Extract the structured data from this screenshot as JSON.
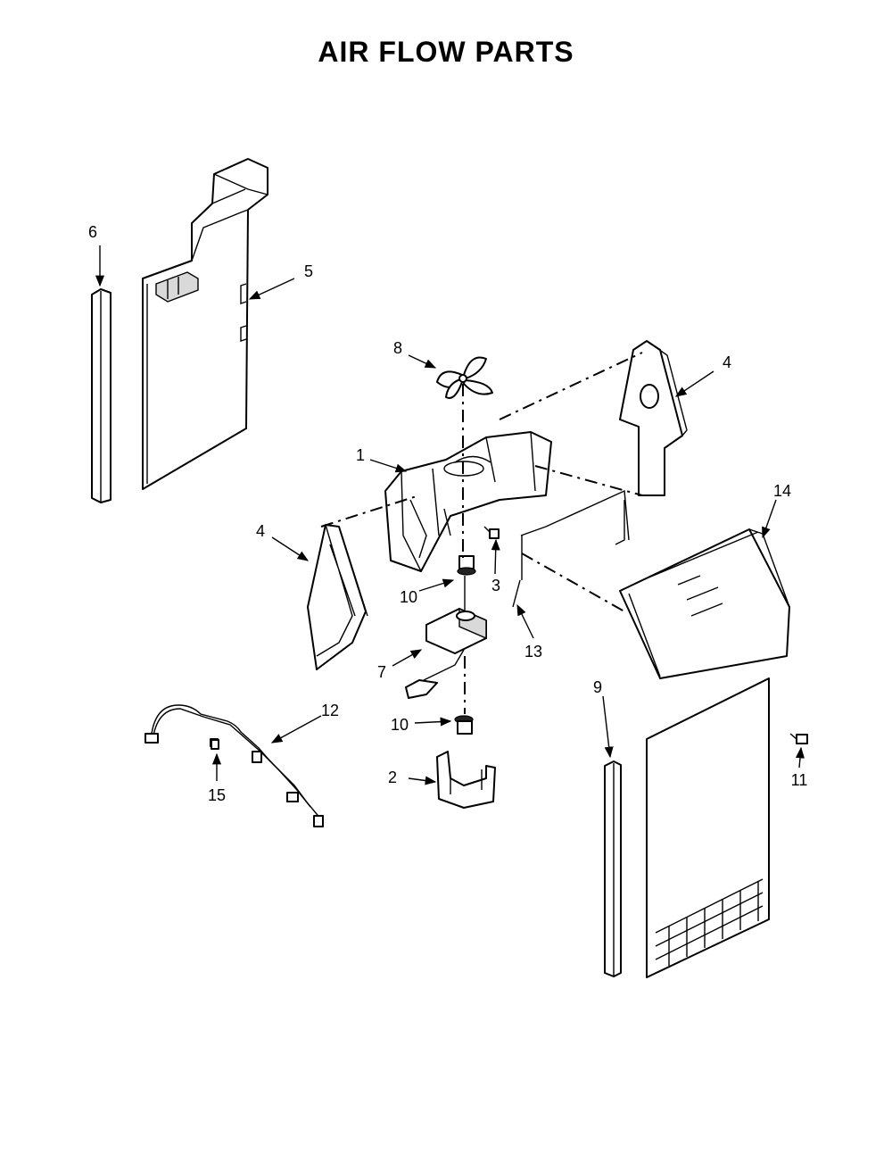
{
  "title": "AIR FLOW PARTS",
  "callouts": {
    "c1": "1",
    "c2": "2",
    "c3": "3",
    "c4a": "4",
    "c4b": "4",
    "c5": "5",
    "c6": "6",
    "c7": "7",
    "c8": "8",
    "c9": "9",
    "c10a": "10",
    "c10b": "10",
    "c11": "11",
    "c12": "12",
    "c13": "13",
    "c14": "14",
    "c15": "15"
  }
}
